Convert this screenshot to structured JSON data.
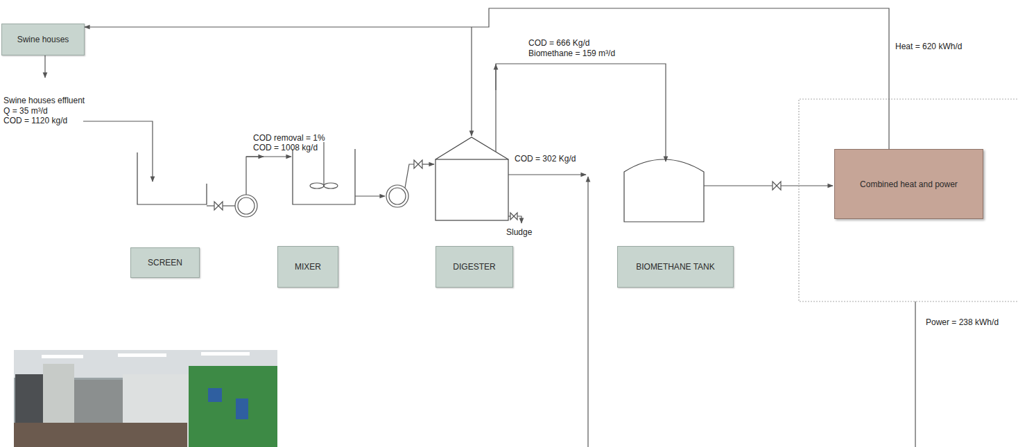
{
  "diagram": {
    "nodes": [
      {
        "text": [
          "Swine houses"
        ]
      },
      {
        "text": [
          "SCREEN"
        ]
      },
      {
        "text": [
          "MIXER"
        ]
      },
      {
        "text": [
          "DIGESTER"
        ]
      },
      {
        "text": [
          "BIOMETHANE TANK"
        ]
      },
      {
        "text": [
          "Combined heat and power"
        ]
      }
    ],
    "edges": [
      {
        "from": 5,
        "to": 0,
        "arrow": "to",
        "label": "Heat = 620 kWh/d"
      }
    ],
    "labels": [
      "Swine houses effluent",
      "Q = 35 m³/d",
      "COD = 1120 kg/d",
      "COD removal = 1%",
      "COD = 1008 kg/d",
      "COD = 666 Kg/d",
      "Biomethane = 159 m³/d",
      "COD = 302 Kg/d",
      "Sludge",
      "Power = 238 kWh/d"
    ]
  }
}
